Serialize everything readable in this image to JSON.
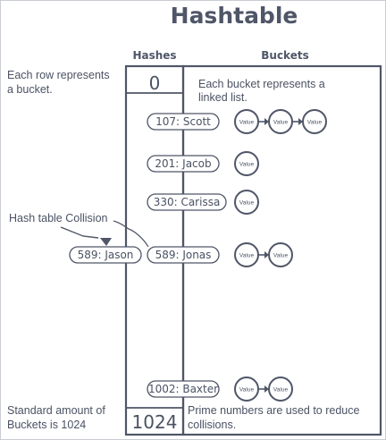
{
  "title": "Hashtable",
  "column_headers": {
    "hashes": "Hashes",
    "buckets": "Buckets"
  },
  "notes": {
    "rows_line1": "Each row represents",
    "rows_line2": "a bucket.",
    "buckets_line1": "Each bucket represents a",
    "buckets_line2": "linked list.",
    "collision": "Hash table Collision",
    "standard_line1": "Standard amount of",
    "standard_line2": "Buckets is 1024",
    "prime_line1": "Prime numbers are used to reduce",
    "prime_line2": "collisions."
  },
  "hash_indices": {
    "first": "0",
    "last": "1024"
  },
  "entries": [
    {
      "key": "107: Scott",
      "values": [
        "Value",
        "Value",
        "Value"
      ]
    },
    {
      "key": "201: Jacob",
      "values": [
        "Value"
      ]
    },
    {
      "key": "330: Carissa",
      "values": [
        "Value"
      ]
    },
    {
      "key": "589: Jonas",
      "values": [
        "Value",
        "Value"
      ]
    },
    {
      "key": "1002: Baxter",
      "values": [
        "Value",
        "Value"
      ]
    }
  ],
  "collision_entry": {
    "key": "589: Jason"
  },
  "colors": {
    "stroke": "#4f5667",
    "text": "#4a5263",
    "frame": "#c9ccd2"
  }
}
